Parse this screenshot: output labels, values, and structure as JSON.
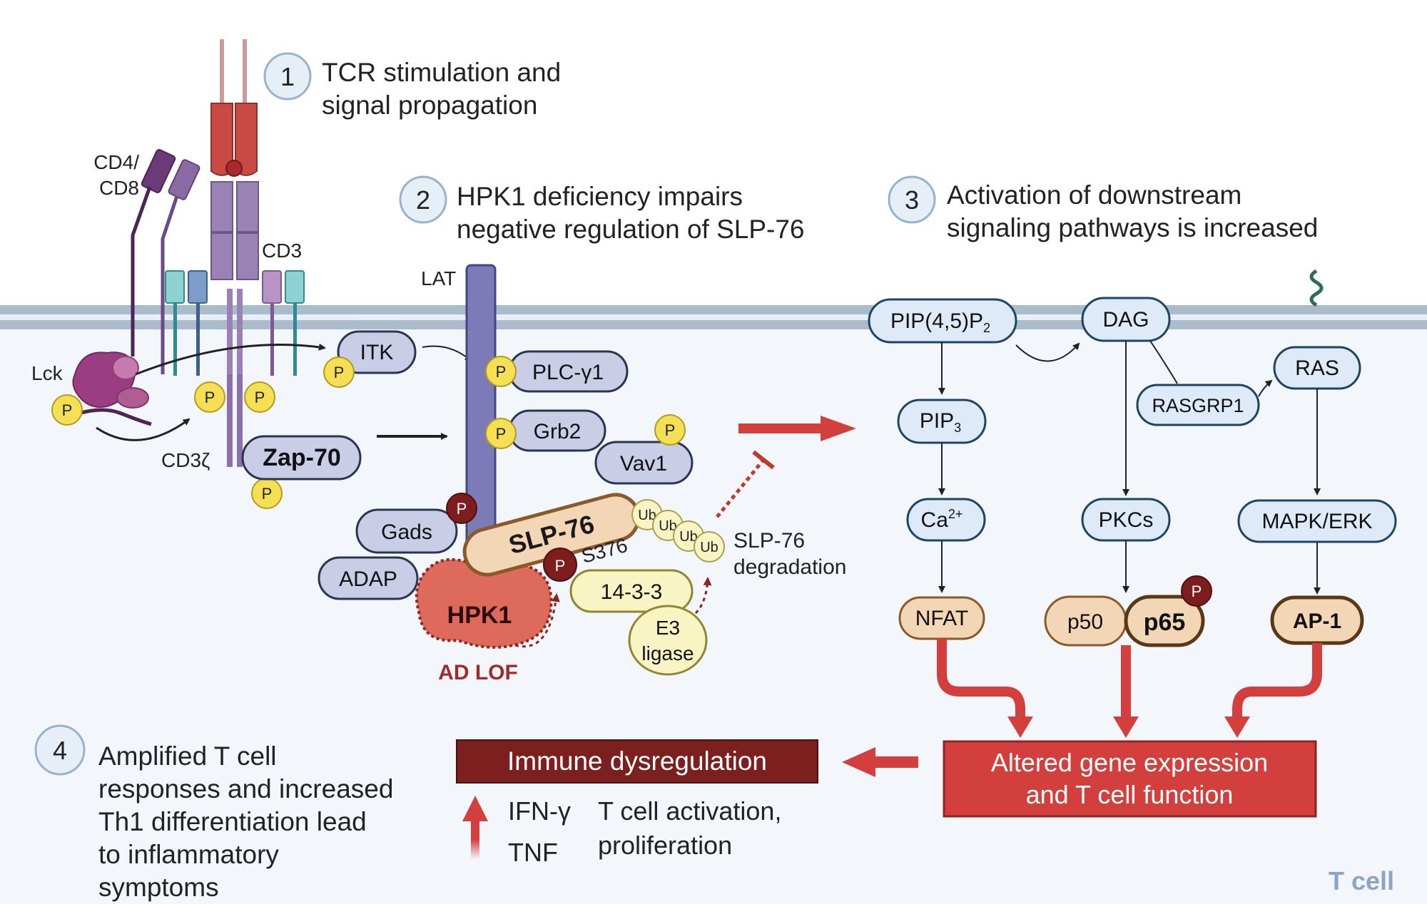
{
  "steps": [
    {
      "num": "1",
      "line1": "TCR stimulation and",
      "line2": "signal propagation"
    },
    {
      "num": "2",
      "line1": "HPK1 deficiency impairs",
      "line2": "negative regulation of SLP-76"
    },
    {
      "num": "3",
      "line1": "Activation of downstream",
      "line2": "signaling pathways is increased"
    },
    {
      "num": "4",
      "lines": [
        "Amplified T cell",
        "responses and increased",
        "Th1 differentiation lead",
        "to inflammatory",
        "symptoms"
      ]
    }
  ],
  "receptor": {
    "cd4_cd8_line1": "CD4/",
    "cd4_cd8_line2": "CD8",
    "cd3": "CD3",
    "lck": "Lck",
    "cd3zeta": "CD3ζ",
    "zap70": "Zap-70",
    "itk": "ITK",
    "phospho": "P"
  },
  "complex": {
    "lat": "LAT",
    "plcg1": "PLC-γ1",
    "grb2": "Grb2",
    "vav1": "Vav1",
    "gads": "Gads",
    "adap": "ADAP",
    "slp76": "SLP-76",
    "s376": "S376",
    "protein1433": "14-3-3",
    "e3_line1": "E3",
    "e3_line2": "ligase",
    "ub": "Ub",
    "hpk1": "HPK1",
    "ad_lof": "AD LOF",
    "degradation_line1": "SLP-76",
    "degradation_line2": "degradation"
  },
  "pathways": {
    "pip2": "PIP(4,5)P",
    "pip2_sub": "2",
    "pip3": "PIP",
    "pip3_sub": "3",
    "ca": "Ca",
    "ca_sup": "2+",
    "nfat": "NFAT",
    "dag": "DAG",
    "rasgrp1": "RASGRP1",
    "pkcs": "PKCs",
    "p50": "p50",
    "p65": "p65",
    "ras": "RAS",
    "mapk": "MAPK/ERK",
    "ap1": "AP-1"
  },
  "outcome": {
    "altered_line1": "Altered gene expression",
    "altered_line2": "and T cell function",
    "immune": "Immune dysregulation",
    "ifng": "IFN-γ",
    "tnf": "TNF",
    "activation_line1": "T cell activation,",
    "activation_line2": "proliferation"
  },
  "cell_label": "T cell",
  "colors": {
    "membrane": "#a9bccb",
    "cytoplasm": "#f3f7fb",
    "protein_blue": "#c9cde6",
    "pathway_blue": "#dfeaf8",
    "pathway_border": "#1f4566",
    "tan": "#f3d6b5",
    "tan_border": "#8a5a2b",
    "red": "#d33f3c",
    "dark_red": "#7b1f1f",
    "hpk1": "#dd6a5a",
    "phospho_yellow": "#f5df55",
    "phospho_dark": "#7d1d1d",
    "step_circle": "#e6eef8"
  }
}
